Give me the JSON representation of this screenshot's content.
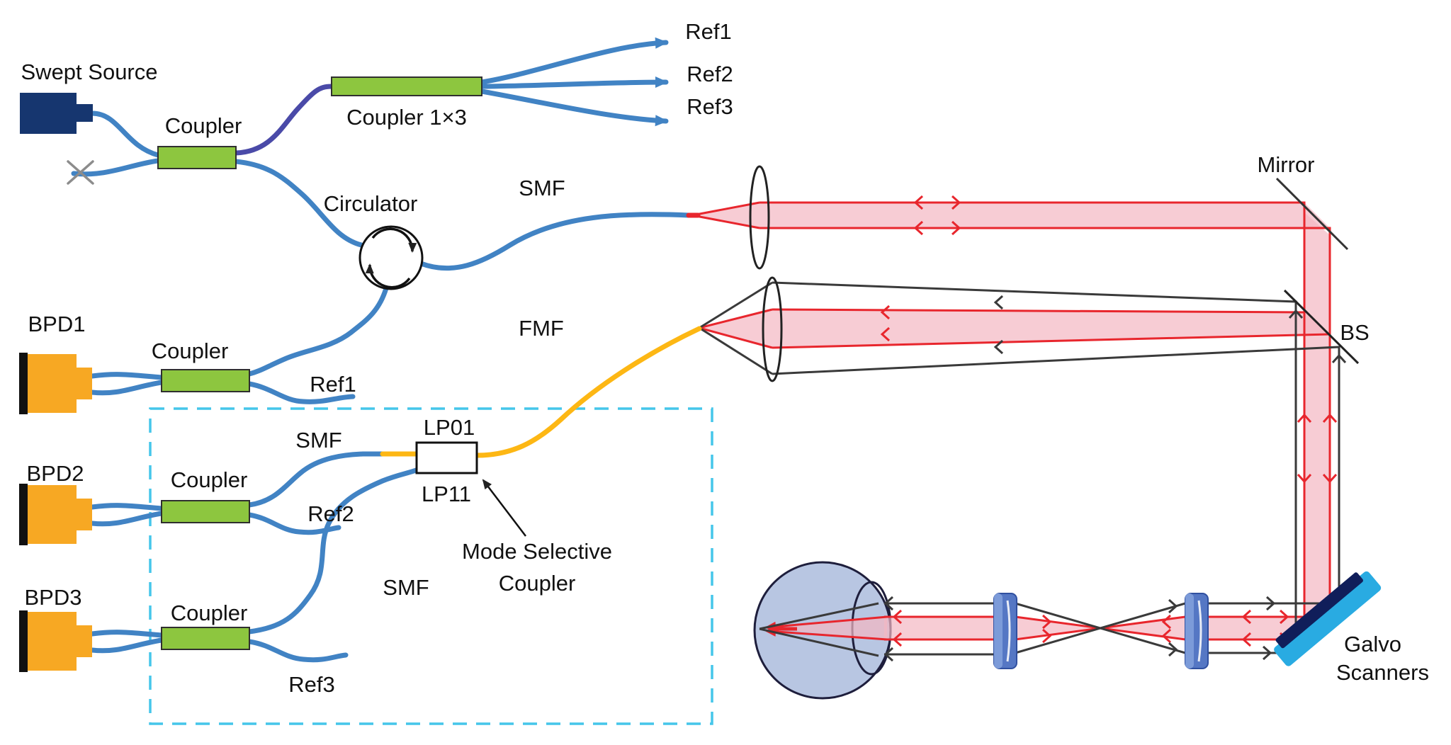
{
  "figure": {
    "type": "optical-system-diagram",
    "labels": {
      "swept_source": "Swept Source",
      "coupler_src": "Coupler",
      "coupler_1x3": "Coupler 1×3",
      "circulator": "Circulator",
      "ref1_fan": "Ref1",
      "ref2_fan": "Ref2",
      "ref3_fan": "Ref3",
      "smf_sample": "SMF",
      "fmf": "FMF",
      "mirror": "Mirror",
      "bs": "BS",
      "bpd1": "BPD1",
      "coupler_bpd1": "Coupler",
      "ref1_det": "Ref1",
      "smf_to_msc": "SMF",
      "bpd2": "BPD2",
      "coupler_bpd2": "Coupler",
      "ref2_det": "Ref2",
      "lp01": "LP01",
      "lp11": "LP11",
      "mode_selective_1": "Mode Selective",
      "mode_selective_2": "Coupler",
      "smf_from_bpd3": "SMF",
      "bpd3": "BPD3",
      "coupler_bpd3": "Coupler",
      "ref3_det": "Ref3",
      "galvo_1": "Galvo",
      "galvo_2": "Scanners"
    },
    "colors": {
      "fiber_blue": "#4183C4",
      "fiber_purple": "#4A4AA8",
      "fiber_yellow": "#FDB714",
      "coupler_green": "#8DC63F",
      "source_navy": "#16366F",
      "bpd_orange": "#F7A823",
      "beam_red": "#E8262D",
      "beam_pink": "#F4B6C2",
      "beam_black": "#3A3A3A",
      "eye_fill": "#B8C6E2",
      "lens_blue": "#5577C4",
      "galvo_cyan": "#29ABE2",
      "galvo_navy": "#101E5A",
      "dashed_cyan": "#45C6EA"
    }
  }
}
